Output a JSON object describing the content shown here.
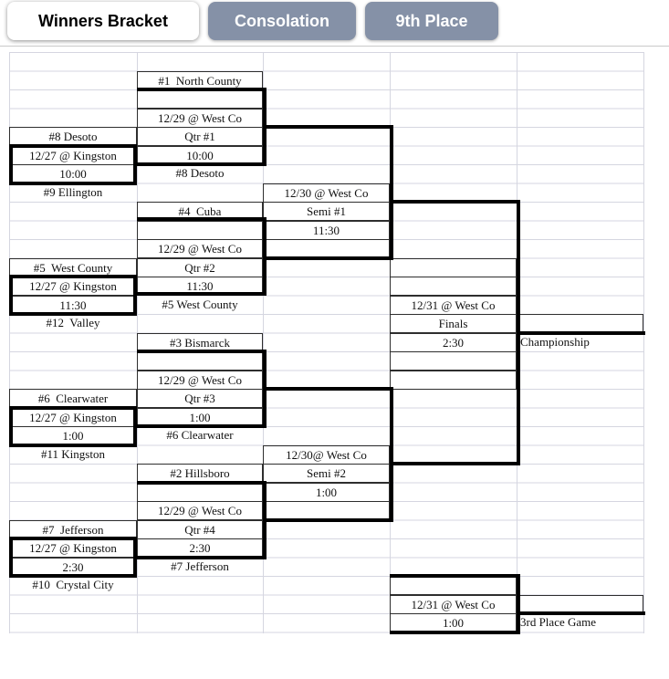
{
  "tabs": [
    {
      "label": "Winners Bracket",
      "active": true
    },
    {
      "label": "Consolation",
      "active": false
    },
    {
      "label": "9th Place",
      "active": false
    }
  ],
  "colors": {
    "inactive_tab_bg": "#8591a7",
    "grid_line": "#d5d6e0",
    "bracket_line": "#000000"
  },
  "bracket": {
    "cells": [
      {
        "row": 2,
        "col": 2,
        "kind": "box",
        "text": "#1  North County",
        "name": "team-1-north-county"
      },
      {
        "row": 3,
        "col": 2,
        "kind": "box",
        "text": "",
        "name": "empty-cell"
      },
      {
        "row": 4,
        "col": 2,
        "kind": "box",
        "text": "12/29 @ West Co",
        "name": "qtr1-date"
      },
      {
        "row": 5,
        "col": 2,
        "kind": "box",
        "text": "Qtr #1",
        "name": "qtr1-label"
      },
      {
        "row": 6,
        "col": 2,
        "kind": "box",
        "text": "10:00",
        "name": "qtr1-time"
      },
      {
        "row": 5,
        "col": 1,
        "kind": "box",
        "text": "#8 Desoto",
        "name": "team-8-desoto"
      },
      {
        "row": 6,
        "col": 1,
        "kind": "box",
        "text": "12/27 @ Kingston",
        "name": "playin1-date"
      },
      {
        "row": 7,
        "col": 1,
        "kind": "box",
        "text": "10:00",
        "name": "playin1-time"
      },
      {
        "row": 7,
        "col": 2,
        "kind": "label",
        "text": "#8 Desoto",
        "name": "qtr1-advancer"
      },
      {
        "row": 8,
        "col": 1,
        "kind": "label",
        "text": "#9 Ellington",
        "name": "team-9-ellington"
      },
      {
        "row": 8,
        "col": 3,
        "kind": "box",
        "text": "12/30 @ West Co",
        "name": "semi1-date"
      },
      {
        "row": 9,
        "col": 3,
        "kind": "box",
        "text": "Semi #1",
        "name": "semi1-label"
      },
      {
        "row": 10,
        "col": 3,
        "kind": "box",
        "text": "11:30",
        "name": "semi1-time"
      },
      {
        "row": 11,
        "col": 3,
        "kind": "box",
        "text": "",
        "name": "empty-cell"
      },
      {
        "row": 9,
        "col": 2,
        "kind": "box",
        "text": "#4  Cuba",
        "name": "team-4-cuba"
      },
      {
        "row": 10,
        "col": 2,
        "kind": "box",
        "text": "",
        "name": "empty-cell"
      },
      {
        "row": 11,
        "col": 2,
        "kind": "box",
        "text": "12/29 @ West Co",
        "name": "qtr2-date"
      },
      {
        "row": 12,
        "col": 2,
        "kind": "box",
        "text": "Qtr #2",
        "name": "qtr2-label"
      },
      {
        "row": 13,
        "col": 2,
        "kind": "box",
        "text": "11:30",
        "name": "qtr2-time"
      },
      {
        "row": 12,
        "col": 1,
        "kind": "box",
        "text": "#5  West County",
        "name": "team-5-west-county"
      },
      {
        "row": 13,
        "col": 1,
        "kind": "box",
        "text": "12/27 @ Kingston",
        "name": "playin2-date"
      },
      {
        "row": 14,
        "col": 1,
        "kind": "box",
        "text": "11:30",
        "name": "playin2-time"
      },
      {
        "row": 14,
        "col": 2,
        "kind": "label",
        "text": "#5 West County",
        "name": "qtr2-advancer"
      },
      {
        "row": 15,
        "col": 1,
        "kind": "label",
        "text": "#12  Valley",
        "name": "team-12-valley"
      },
      {
        "row": 12,
        "col": 4,
        "kind": "box",
        "text": "",
        "name": "empty-cell"
      },
      {
        "row": 13,
        "col": 4,
        "kind": "box",
        "text": "",
        "name": "empty-cell"
      },
      {
        "row": 14,
        "col": 4,
        "kind": "box",
        "text": "12/31 @ West Co",
        "name": "finals-date"
      },
      {
        "row": 15,
        "col": 4,
        "kind": "box",
        "text": "Finals",
        "name": "finals-label"
      },
      {
        "row": 16,
        "col": 4,
        "kind": "box",
        "text": "2:30",
        "name": "finals-time"
      },
      {
        "row": 15,
        "col": 5,
        "kind": "box",
        "text": "",
        "name": "empty-cell"
      },
      {
        "row": 16,
        "col": 5,
        "kind": "label",
        "align": "left",
        "text": "Championship",
        "name": "championship-label"
      },
      {
        "row": 17,
        "col": 4,
        "kind": "box",
        "text": "",
        "name": "empty-cell"
      },
      {
        "row": 18,
        "col": 4,
        "kind": "box",
        "text": "",
        "name": "empty-cell"
      },
      {
        "row": 16,
        "col": 2,
        "kind": "box",
        "text": "#3 Bismarck",
        "name": "team-3-bismarck"
      },
      {
        "row": 17,
        "col": 2,
        "kind": "box",
        "text": "",
        "name": "empty-cell"
      },
      {
        "row": 18,
        "col": 2,
        "kind": "box",
        "text": "12/29 @ West Co",
        "name": "qtr3-date"
      },
      {
        "row": 19,
        "col": 2,
        "kind": "box",
        "text": "Qtr #3",
        "name": "qtr3-label"
      },
      {
        "row": 20,
        "col": 2,
        "kind": "box",
        "text": "1:00",
        "name": "qtr3-time"
      },
      {
        "row": 19,
        "col": 1,
        "kind": "box",
        "text": "#6  Clearwater",
        "name": "team-6-clearwater"
      },
      {
        "row": 20,
        "col": 1,
        "kind": "box",
        "text": "12/27 @ Kingston",
        "name": "playin3-date"
      },
      {
        "row": 21,
        "col": 1,
        "kind": "box",
        "text": "1:00",
        "name": "playin3-time"
      },
      {
        "row": 21,
        "col": 2,
        "kind": "label",
        "text": "#6 Clearwater",
        "name": "qtr3-advancer"
      },
      {
        "row": 22,
        "col": 1,
        "kind": "label",
        "text": "#11 Kingston",
        "name": "team-11-kingston"
      },
      {
        "row": 22,
        "col": 3,
        "kind": "box",
        "text": "12/30@ West Co",
        "name": "semi2-date"
      },
      {
        "row": 23,
        "col": 3,
        "kind": "box",
        "text": "Semi #2",
        "name": "semi2-label"
      },
      {
        "row": 24,
        "col": 3,
        "kind": "box",
        "text": "1:00",
        "name": "semi2-time"
      },
      {
        "row": 25,
        "col": 3,
        "kind": "box",
        "text": "",
        "name": "empty-cell"
      },
      {
        "row": 23,
        "col": 2,
        "kind": "box",
        "text": "#2 Hillsboro",
        "name": "team-2-hillsboro"
      },
      {
        "row": 24,
        "col": 2,
        "kind": "box",
        "text": "",
        "name": "empty-cell"
      },
      {
        "row": 25,
        "col": 2,
        "kind": "box",
        "text": "12/29 @ West Co",
        "name": "qtr4-date"
      },
      {
        "row": 26,
        "col": 2,
        "kind": "box",
        "text": "Qtr #4",
        "name": "qtr4-label"
      },
      {
        "row": 27,
        "col": 2,
        "kind": "box",
        "text": "2:30",
        "name": "qtr4-time"
      },
      {
        "row": 26,
        "col": 1,
        "kind": "box",
        "text": "#7  Jefferson",
        "name": "team-7-jefferson"
      },
      {
        "row": 27,
        "col": 1,
        "kind": "box",
        "text": "12/27 @ Kingston",
        "name": "playin4-date"
      },
      {
        "row": 28,
        "col": 1,
        "kind": "box",
        "text": "2:30",
        "name": "playin4-time"
      },
      {
        "row": 28,
        "col": 2,
        "kind": "label",
        "text": "#7 Jefferson",
        "name": "qtr4-advancer"
      },
      {
        "row": 29,
        "col": 1,
        "kind": "label",
        "text": "#10  Crystal City",
        "name": "team-10-crystal-city"
      },
      {
        "row": 29,
        "col": 4,
        "kind": "box",
        "text": "",
        "name": "empty-cell"
      },
      {
        "row": 30,
        "col": 4,
        "kind": "box",
        "text": "12/31 @ West Co",
        "name": "third-place-date"
      },
      {
        "row": 31,
        "col": 4,
        "kind": "box",
        "text": "1:00",
        "name": "third-place-time"
      },
      {
        "row": 30,
        "col": 5,
        "kind": "box",
        "text": "",
        "name": "empty-cell"
      },
      {
        "row": 31,
        "col": 5,
        "kind": "label",
        "align": "left",
        "text": "3rd Place Game",
        "name": "third-place-label"
      }
    ]
  }
}
